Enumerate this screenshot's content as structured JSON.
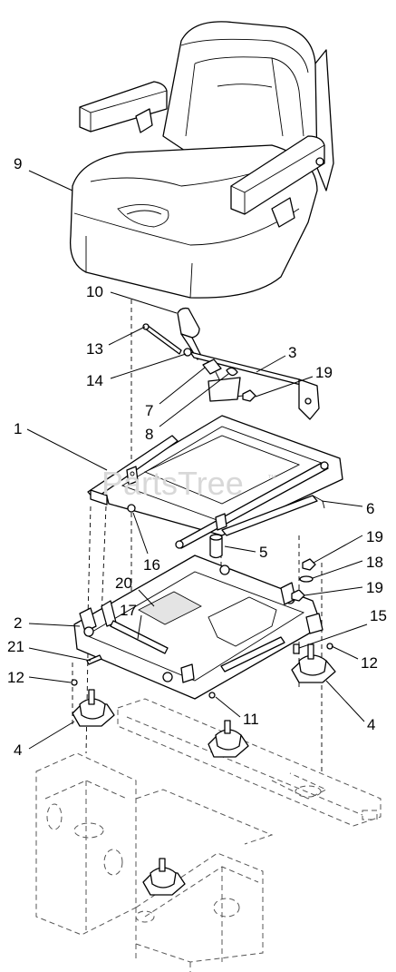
{
  "watermark": "PartsTree",
  "trademark": "™",
  "callouts": [
    {
      "id": "c9",
      "label": "9"
    },
    {
      "id": "c10",
      "label": "10"
    },
    {
      "id": "c13",
      "label": "13"
    },
    {
      "id": "c14",
      "label": "14"
    },
    {
      "id": "c3",
      "label": "3"
    },
    {
      "id": "c19a",
      "label": "19"
    },
    {
      "id": "c7",
      "label": "7"
    },
    {
      "id": "c8",
      "label": "8"
    },
    {
      "id": "c1",
      "label": "1"
    },
    {
      "id": "c6",
      "label": "6"
    },
    {
      "id": "c16",
      "label": "16"
    },
    {
      "id": "c5",
      "label": "5"
    },
    {
      "id": "c19b",
      "label": "19"
    },
    {
      "id": "c18",
      "label": "18"
    },
    {
      "id": "c19c",
      "label": "19"
    },
    {
      "id": "c20",
      "label": "20"
    },
    {
      "id": "c2",
      "label": "2"
    },
    {
      "id": "c17",
      "label": "17"
    },
    {
      "id": "c15",
      "label": "15"
    },
    {
      "id": "c21",
      "label": "21"
    },
    {
      "id": "c12a",
      "label": "12"
    },
    {
      "id": "c12b",
      "label": "12"
    },
    {
      "id": "c11",
      "label": "11"
    },
    {
      "id": "c4a",
      "label": "4"
    },
    {
      "id": "c4b",
      "label": "4"
    }
  ]
}
